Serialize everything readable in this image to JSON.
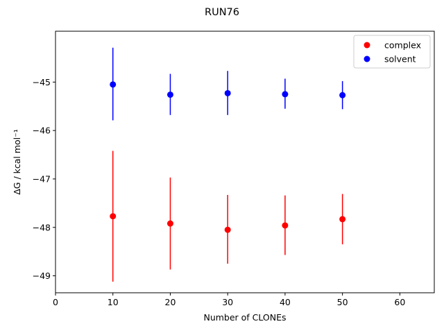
{
  "chart_data": {
    "type": "scatter",
    "title": "RUN76",
    "xlabel": "Number of CLONEs",
    "ylabel": "ΔG / kcal mol⁻¹",
    "xlim": [
      0,
      66
    ],
    "ylim": [
      -49.35,
      -43.95
    ],
    "xticks": [
      0,
      10,
      20,
      30,
      40,
      50,
      60
    ],
    "yticks": [
      -49,
      -48,
      -47,
      -46,
      -45
    ],
    "legend_position": "top-right",
    "grid": false,
    "series": [
      {
        "name": "complex",
        "color": "#ff0000",
        "x": [
          10,
          20,
          30,
          40,
          50
        ],
        "y": [
          -47.77,
          -47.92,
          -48.05,
          -47.96,
          -47.83
        ],
        "err_low": [
          -49.12,
          -48.87,
          -48.75,
          -48.57,
          -48.35
        ],
        "err_high": [
          -46.42,
          -46.97,
          -47.33,
          -47.34,
          -47.31
        ]
      },
      {
        "name": "solvent",
        "color": "#0000ff",
        "x": [
          10,
          20,
          30,
          40,
          50
        ],
        "y": [
          -45.05,
          -45.26,
          -45.23,
          -45.25,
          -45.27
        ],
        "err_low": [
          -45.79,
          -45.68,
          -45.68,
          -45.55,
          -45.56
        ],
        "err_high": [
          -44.29,
          -44.83,
          -44.77,
          -44.93,
          -44.98
        ]
      }
    ]
  }
}
